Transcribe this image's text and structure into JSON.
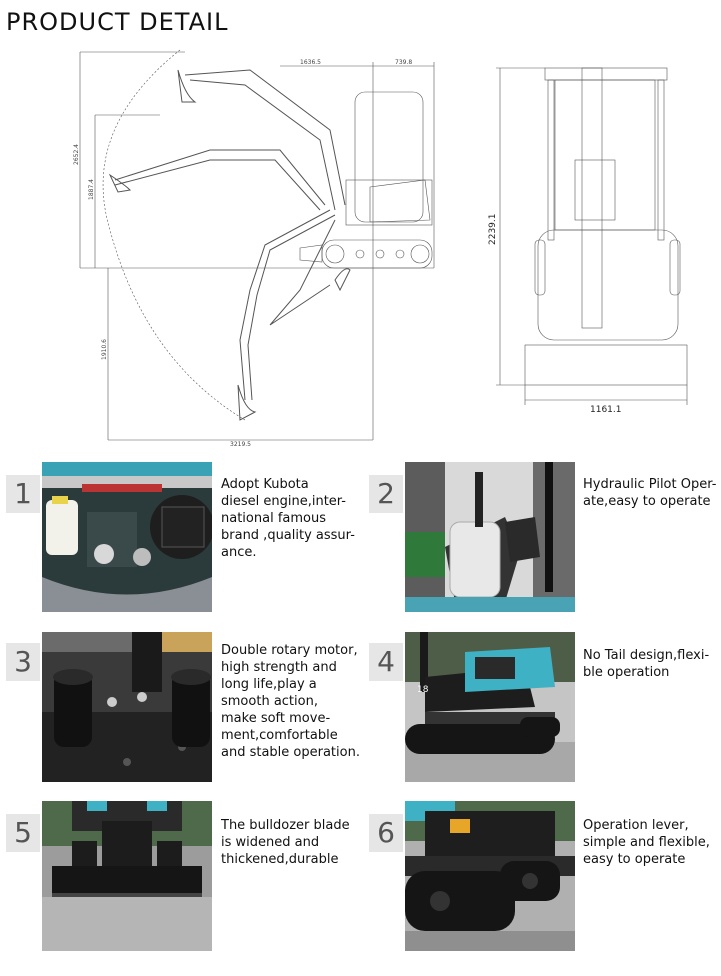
{
  "page_title": "PRODUCT DETAIL",
  "drawing": {
    "dims": {
      "top_a": "1636.5",
      "top_b": "739.8",
      "left_outer": "2652.4",
      "left_inner": "1887.4",
      "left_lower": "1910.6",
      "bottom": "3219.5",
      "height_front": "2239.1",
      "width_front": "1161.1"
    }
  },
  "features": [
    {
      "number": "1",
      "image": "kubota-engine-photo",
      "lines": [
        "Adopt Kubota",
        "diesel engine,inter-",
        "national famous",
        "brand ,quality assur-",
        "ance."
      ]
    },
    {
      "number": "2",
      "image": "pilot-joystick-photo",
      "lines": [
        "Hydraulic Pilot Oper-",
        "ate,easy to operate"
      ]
    },
    {
      "number": "3",
      "image": "rotary-motor-photo",
      "lines": [
        "Double rotary motor,",
        "high strength and",
        "long life,play a",
        "smooth action,",
        "make soft move-",
        "ment,comfortable",
        "and stable operation."
      ]
    },
    {
      "number": "4",
      "image": "no-tail-photo",
      "lines": [
        "No Tail design,flexi-",
        "ble operation"
      ]
    },
    {
      "number": "5",
      "image": "dozer-blade-photo",
      "lines": [
        "The bulldozer blade",
        "is widened and",
        "thickened,durable"
      ]
    },
    {
      "number": "6",
      "image": "operation-lever-photo",
      "lines": [
        "Operation lever,",
        "simple and flexible,",
        "easy  to  operate"
      ]
    }
  ],
  "photo_labels": {
    "machine_number": "18"
  }
}
